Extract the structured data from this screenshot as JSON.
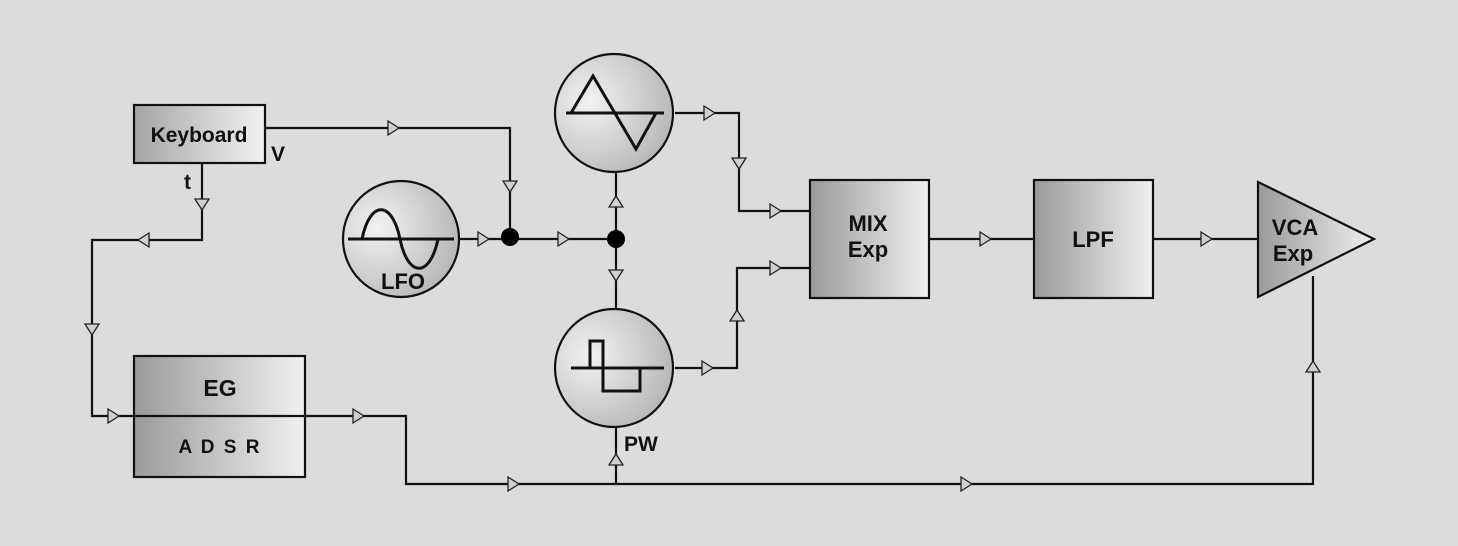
{
  "blocks": {
    "keyboard": "Keyboard",
    "keyboard_v_port": "V",
    "keyboard_t_port": "t",
    "lfo": "LFO",
    "eg_title": "EG",
    "eg_params": "A D S R",
    "pw_label": "PW",
    "mix_line1": "MIX",
    "mix_line2": "Exp",
    "lpf": "LPF",
    "vca_line1": "VCA",
    "vca_line2": "Exp"
  },
  "icons": {
    "osc_top": "triangle-wave-icon",
    "osc_bottom": "pulse-wave-icon",
    "lfo": "sine-wave-icon"
  },
  "colors": {
    "background": "#dcdcdc",
    "block_light": "#f0f0f0",
    "block_dark": "#9a9a9a",
    "line": "#111111"
  }
}
